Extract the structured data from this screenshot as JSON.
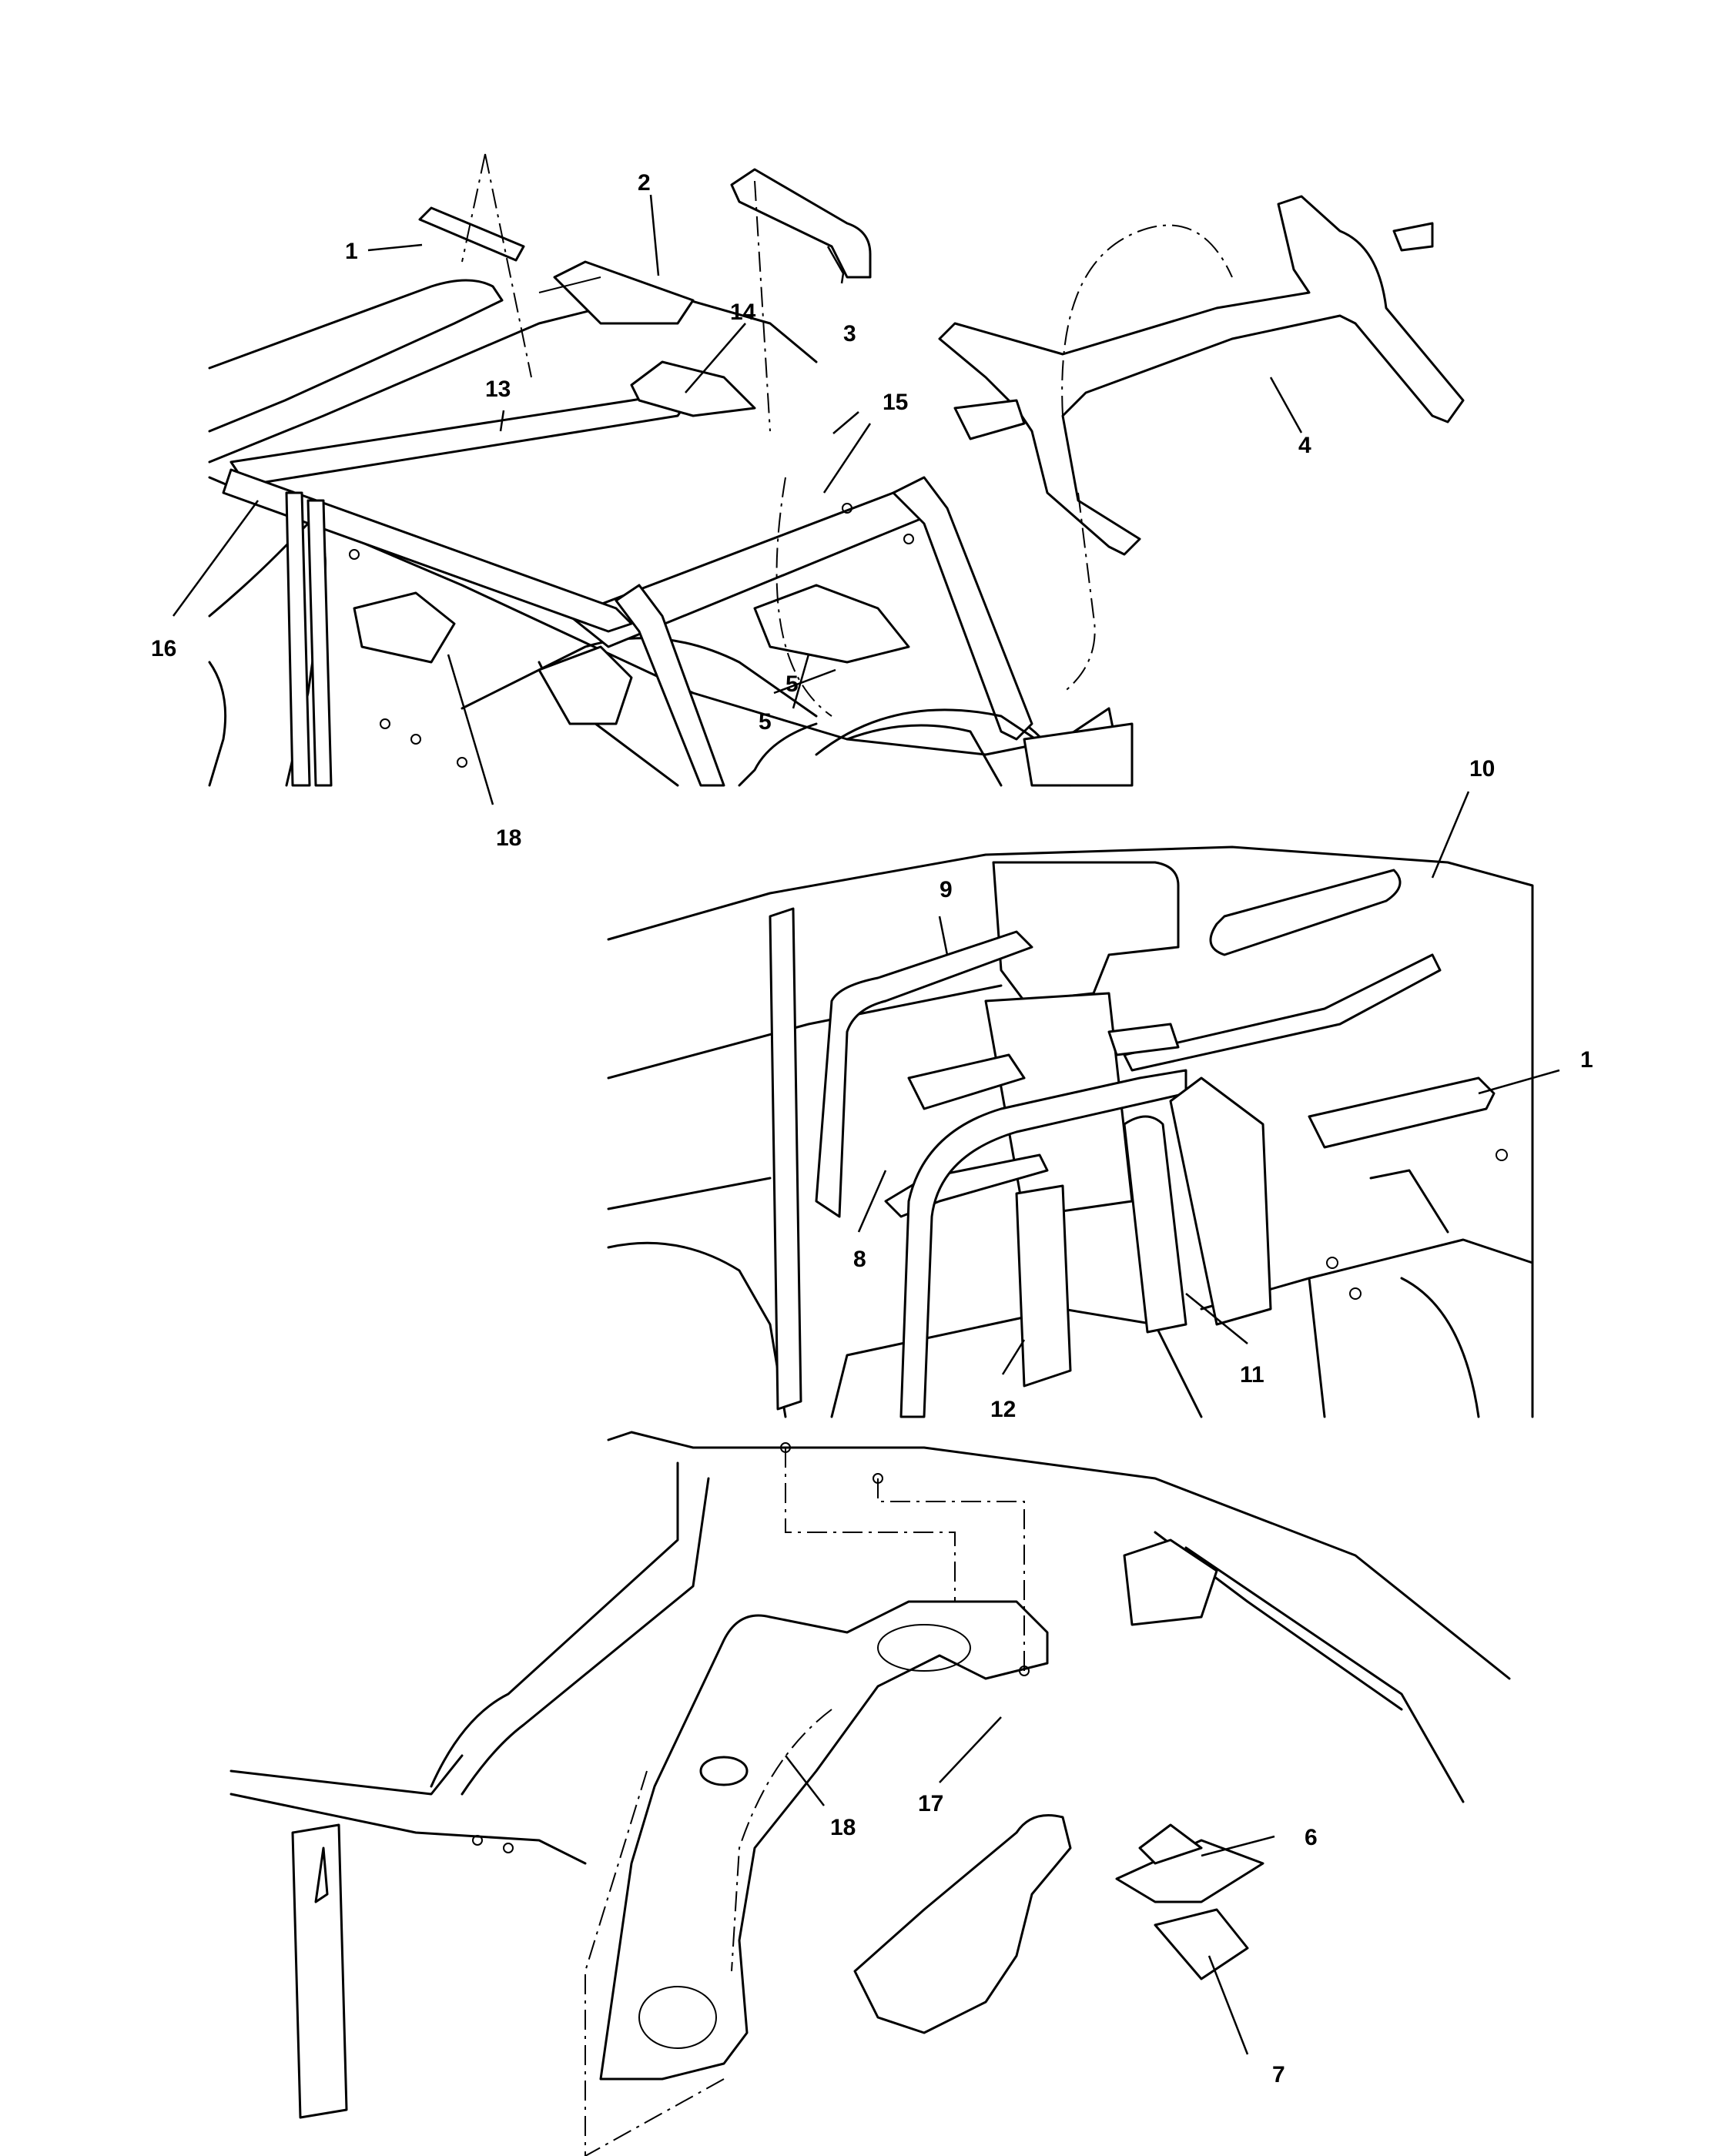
{
  "callouts": {
    "top": [
      "1",
      "2",
      "3",
      "4",
      "5",
      "5",
      "13",
      "14",
      "15",
      "16",
      "18"
    ],
    "middle": [
      "10",
      "9",
      "1",
      "8",
      "11",
      "12"
    ],
    "bottom": [
      "18",
      "17",
      "6",
      "7"
    ]
  },
  "icons": [
    "roof-bar-diagram",
    "door-frame-trim-diagram",
    "rear-quarter-trim-diagram"
  ]
}
